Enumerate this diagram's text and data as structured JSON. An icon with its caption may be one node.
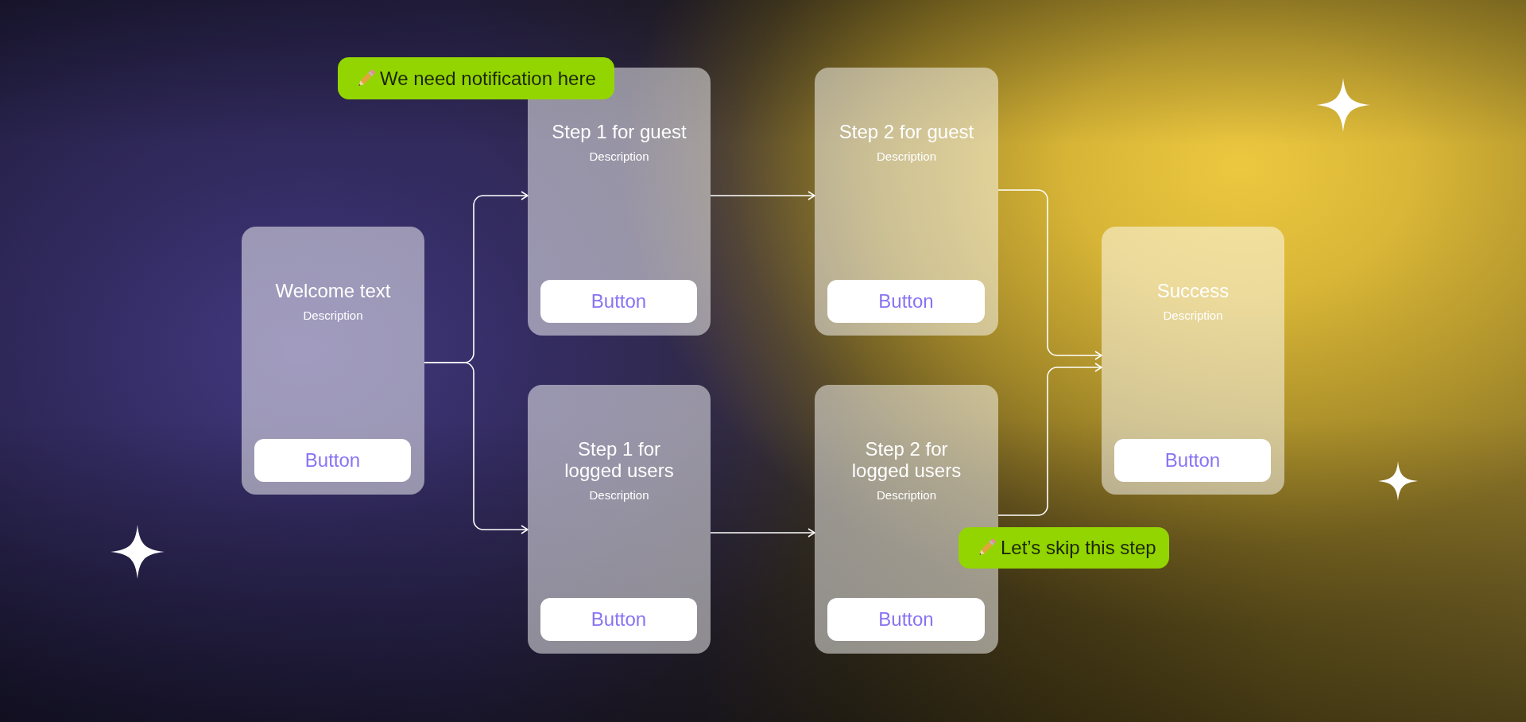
{
  "diagram": {
    "nodes": [
      {
        "text": [
          "We need notification here"
        ]
      },
      {
        "text": [
          "Welcome text",
          "Description"
        ]
      },
      {
        "text": [
          "Button"
        ],
        "in": 1
      },
      {
        "text": [
          "Step 1 for guest",
          "Description"
        ]
      },
      {
        "text": [
          "Button"
        ],
        "in": 3
      },
      {
        "text": [
          "Step 1 for logged users",
          "Description"
        ]
      },
      {
        "text": [
          "Button"
        ],
        "in": 5
      },
      {
        "text": [
          "Step 2 for guest",
          "Description"
        ]
      },
      {
        "text": [
          "Button"
        ],
        "in": 7
      },
      {
        "text": [
          "Step 2 for logged users",
          "Description"
        ]
      },
      {
        "text": [
          "Button"
        ],
        "in": 9
      },
      {
        "text": [
          "Let’s skip this step"
        ]
      },
      {
        "text": [
          "Success",
          "Description"
        ]
      },
      {
        "text": [
          "Button"
        ],
        "in": 12
      }
    ],
    "edges": [
      {
        "from": 1,
        "to": 3,
        "arrow": "to"
      },
      {
        "from": 1,
        "to": 5,
        "arrow": "to"
      },
      {
        "from": 3,
        "to": 7,
        "arrow": "to"
      },
      {
        "from": 5,
        "to": 9,
        "arrow": "to"
      },
      {
        "from": 7,
        "to": 12,
        "arrow": "to"
      },
      {
        "from": 9,
        "to": 12,
        "arrow": "to"
      }
    ]
  }
}
